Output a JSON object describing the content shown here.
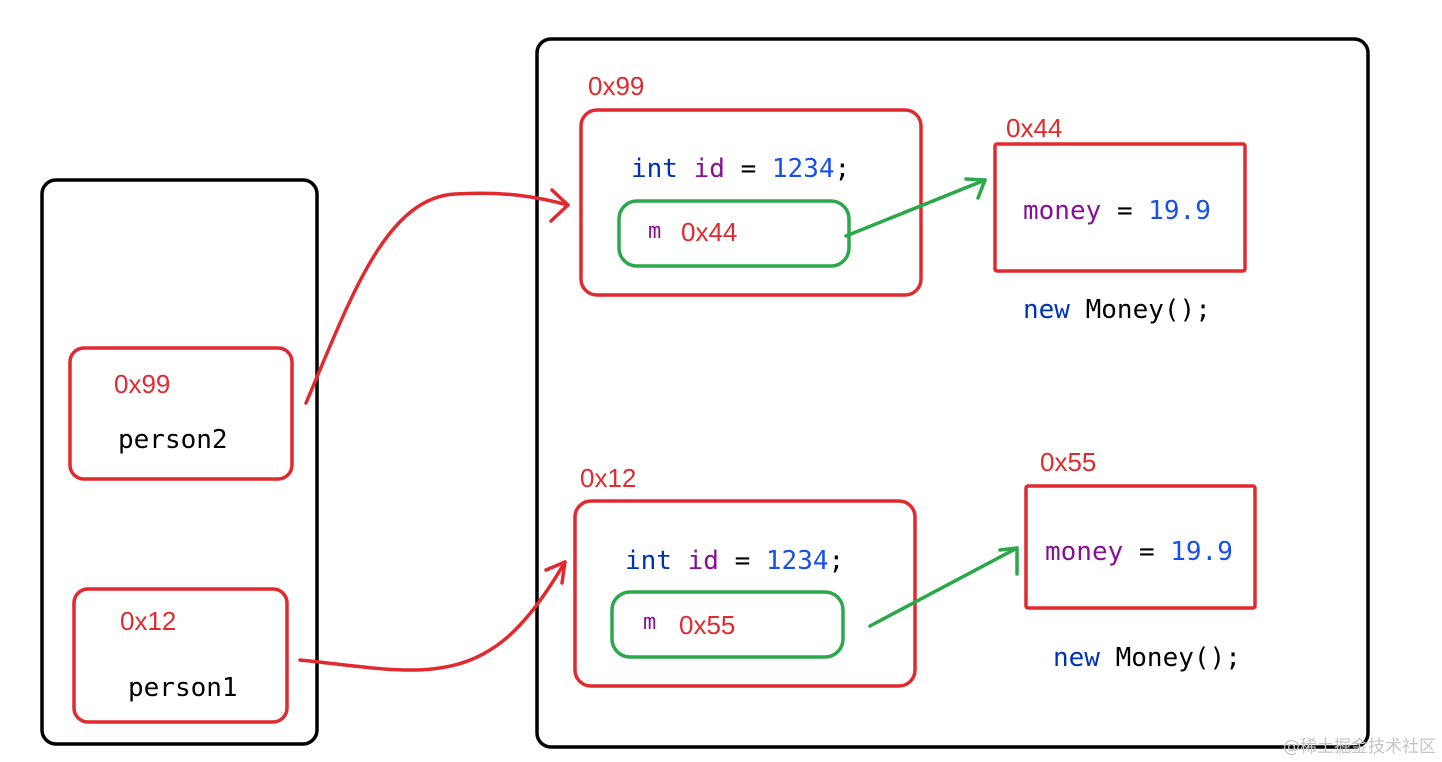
{
  "colors": {
    "red": "#e02a2f",
    "green": "#2aa84a",
    "black": "#000000",
    "keyword": "#0033b3",
    "identifier": "#871094",
    "number": "#1750eb"
  },
  "stack": {
    "frames": [
      {
        "address": "0x99",
        "variable": "person2"
      },
      {
        "address": "0x12",
        "variable": "person1"
      }
    ]
  },
  "heap": {
    "persons": [
      {
        "address": "0x99",
        "type_keyword": "int",
        "field_name": "id",
        "operator": "=",
        "field_value": "1234",
        "terminator": ";",
        "ref_field": "m",
        "ref_value": "0x44"
      },
      {
        "address": "0x12",
        "type_keyword": "int",
        "field_name": "id",
        "operator": "=",
        "field_value": "1234",
        "terminator": ";",
        "ref_field": "m",
        "ref_value": "0x55"
      }
    ],
    "money": [
      {
        "address": "0x44",
        "field_name": "money",
        "operator": "=",
        "value": "19.9",
        "keyword": "new",
        "constructor": "Money();"
      },
      {
        "address": "0x55",
        "field_name": "money",
        "operator": "=",
        "value": "19.9",
        "keyword": "new",
        "constructor": "Money();"
      }
    ]
  },
  "watermark": "@稀土掘金技术社区"
}
